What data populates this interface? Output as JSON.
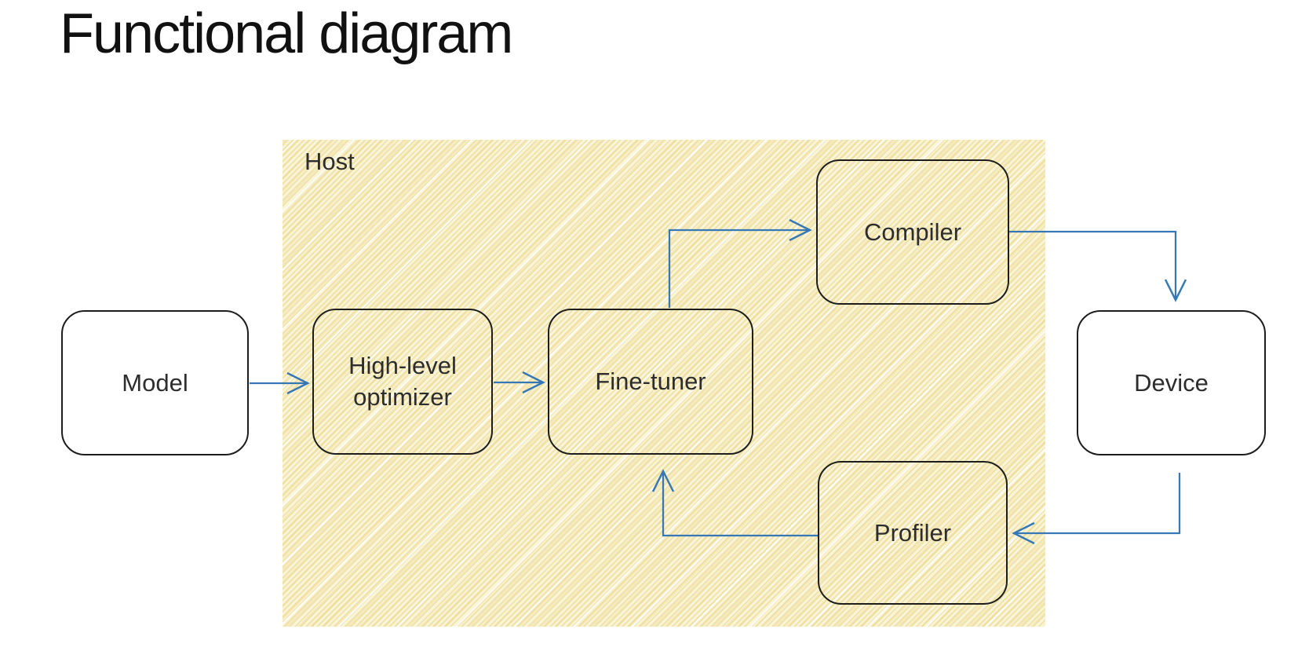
{
  "diagram": {
    "title": "Functional diagram",
    "host": {
      "label": "Host"
    },
    "nodes": {
      "model": {
        "label": "Model",
        "location": "outside-host"
      },
      "optimizer": {
        "label": "High-level optimizer",
        "location": "inside-host"
      },
      "finetuner": {
        "label": "Fine-tuner",
        "location": "inside-host"
      },
      "compiler": {
        "label": "Compiler",
        "location": "inside-host"
      },
      "profiler": {
        "label": "Profiler",
        "location": "inside-host"
      },
      "device": {
        "label": "Device",
        "location": "outside-host"
      }
    },
    "edges": [
      {
        "from": "model",
        "to": "optimizer"
      },
      {
        "from": "optimizer",
        "to": "finetuner"
      },
      {
        "from": "finetuner",
        "to": "compiler"
      },
      {
        "from": "compiler",
        "to": "device"
      },
      {
        "from": "device",
        "to": "profiler"
      },
      {
        "from": "profiler",
        "to": "finetuner"
      }
    ],
    "colors": {
      "arrow": "#3578b5",
      "host_fill": "#f2e9c3",
      "box_border": "#1d1d1b",
      "text": "#2d2d2d"
    }
  }
}
